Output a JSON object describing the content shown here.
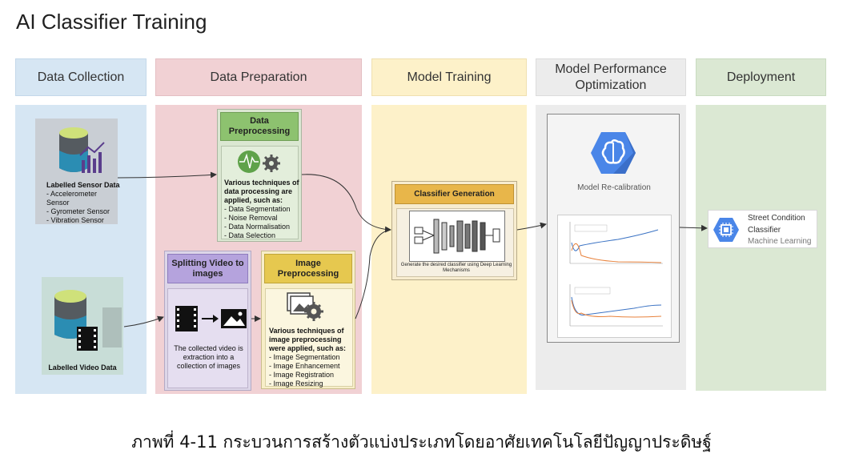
{
  "title": "AI Classifier Training",
  "columns": [
    {
      "label": "Data Collection"
    },
    {
      "label": "Data Preparation"
    },
    {
      "label": "Model Training"
    },
    {
      "label": "Model Performance Optimization"
    },
    {
      "label": "Deployment"
    }
  ],
  "sensor": {
    "title": "Labelled Sensor Data",
    "items": [
      "- Accelerometer Sensor",
      "- Gyrometer Sensor",
      "- Vibration Sensor"
    ]
  },
  "video": {
    "title": "Labelled Video Data"
  },
  "data_preprocessing": {
    "title": "Data Preprocessing",
    "desc": "Various techniques of data processing are applied, such as:",
    "items": [
      "- Data Segmentation",
      "- Noise Removal",
      "- Data Normalisation",
      "- Data Selection"
    ]
  },
  "splitting": {
    "title": "Splitting Video to images",
    "desc": "The collected video is extraction into a collection of images"
  },
  "image_preprocessing": {
    "title": "Image Preprocessing",
    "desc": "Various techniques of image preprocessing were applied, such as:",
    "items": [
      "- Image Segmentation",
      "- Image Enhancement",
      "- Image Registration",
      "- Image Resizing"
    ]
  },
  "classifier": {
    "title": "Classifier Generation",
    "desc": "Generate the desired classifier using Deep Learning Mechanisms"
  },
  "optimization": {
    "label": "Model Re-calibration"
  },
  "deployment": {
    "name": "Street Condition Classifier",
    "sub": "Machine Learning"
  },
  "caption": "ภาพที่ 4-11 กระบวนการสร้างตัวแบ่งประเภทโดยอาศัยเทคโนโลยีปัญญาประดิษฐ์",
  "colors": {
    "blue_lane": "#d6e6f3",
    "pink_lane": "#f1d1d4",
    "yellow_lane": "#fdf1c9",
    "grey_lane": "#ececec",
    "green_lane": "#dbe8d3",
    "green_header": "#8dc26f",
    "purple_header": "#b5a3dd",
    "gold_header": "#e6c84f",
    "orange_header": "#e8b64a",
    "gcp_blue": "#4a86e8"
  }
}
